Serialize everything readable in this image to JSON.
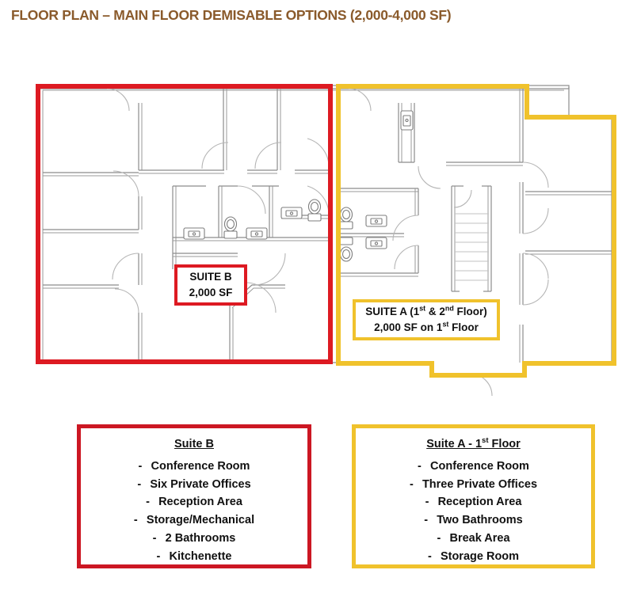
{
  "page": {
    "title": "FLOOR PLAN – MAIN FLOOR DEMISABLE OPTIONS (2,000-4,000 SF)"
  },
  "colors": {
    "title_brown": "#8a5a2b",
    "suite_b_red": "#dd1a22",
    "suite_a_yellow": "#f0c22c",
    "wall_gray": "#8c8c8c",
    "door_arc_gray": "#b0b0b0",
    "background_white": "#ffffff",
    "text_black": "#111111"
  },
  "floorplan": {
    "suite_b_callout": {
      "name": "SUITE B",
      "area": "2,000 SF",
      "outline_color": "#dd1a22"
    },
    "suite_a_callout": {
      "name_prefix": "SUITE A (1",
      "name_sup_1": "st",
      "name_mid": " & 2",
      "name_sup_2": "nd",
      "name_suffix": " Floor)",
      "area_prefix": "2,000 SF on 1",
      "area_sup": "st",
      "area_suffix": " Floor",
      "outline_color": "#f0c22c"
    },
    "fixtures": [
      "toilet-fixture",
      "sink-fixture",
      "staircase"
    ]
  },
  "legend": {
    "suite_b": {
      "title": "Suite B",
      "outline_color": "#cc1723",
      "items": [
        "Conference Room",
        "Six Private Offices",
        "Reception Area",
        "Storage/Mechanical",
        "2 Bathrooms",
        "Kitchenette"
      ]
    },
    "suite_a": {
      "title_prefix": "Suite A - 1",
      "title_sup": "st",
      "title_suffix": " Floor",
      "outline_color": "#f0c22c",
      "items": [
        "Conference Room",
        "Three Private Offices",
        "Reception Area",
        "Two Bathrooms",
        "Break Area",
        "Storage Room"
      ]
    }
  }
}
